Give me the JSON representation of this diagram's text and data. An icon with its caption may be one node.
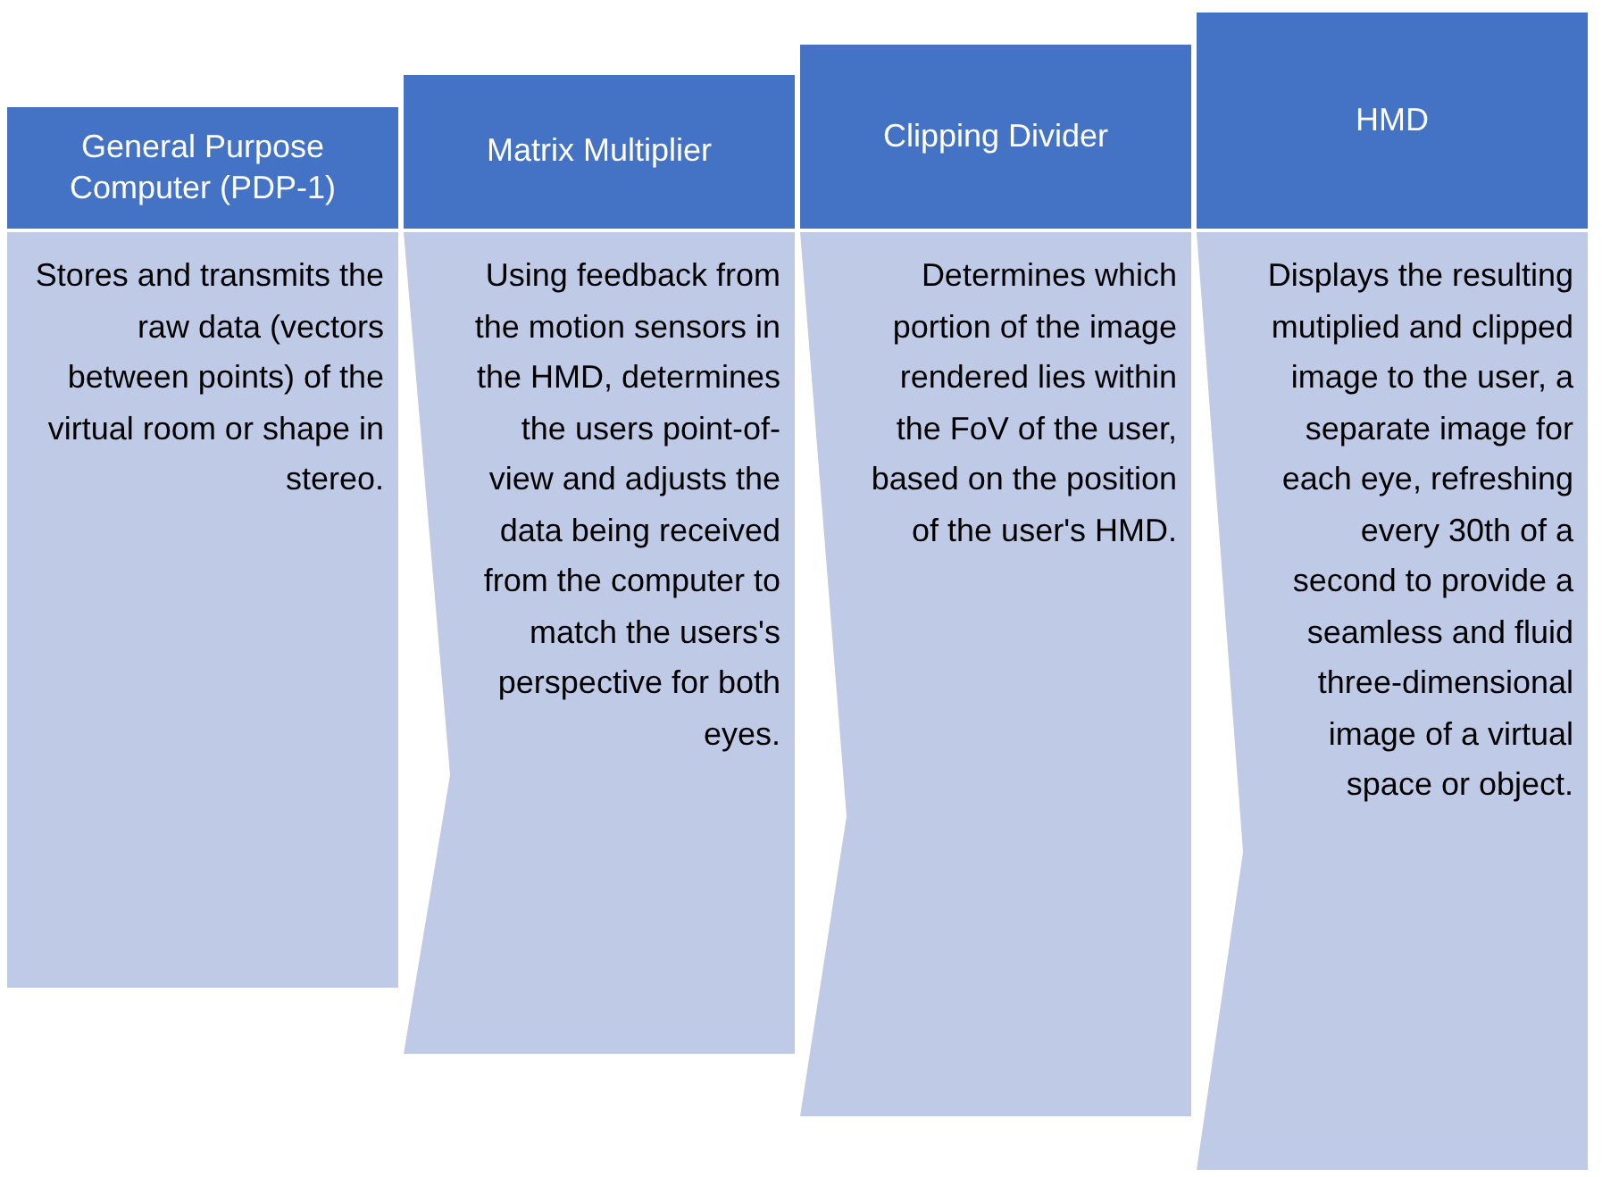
{
  "diagram": {
    "nodes": [
      {
        "text": [
          "General Purpose Computer (PDP-1)"
        ]
      },
      {
        "text": [
          "Matrix Multiplier"
        ]
      },
      {
        "text": [
          "Clipping Divider"
        ]
      },
      {
        "text": [
          "HMD"
        ]
      },
      {
        "text": [
          "Stores and transmits the raw data (vectors between points) of the virtual room or shape in stereo."
        ]
      },
      {
        "text": [
          "Using feedback from the motion sensors in the HMD, determines the users point-of-view and adjusts the data being received from the computer to match the users's perspective for both eyes."
        ]
      },
      {
        "text": [
          "Determines which portion of the image rendered lies within the FoV of the user, based on the position of the user's HMD."
        ]
      },
      {
        "text": [
          "Displays the resulting mutiplied and clipped image to the user, a separate image for each eye, refreshing every 30th of a second to provide a seamless and fluid three-dimensional image of a virtual space or object."
        ]
      }
    ]
  }
}
